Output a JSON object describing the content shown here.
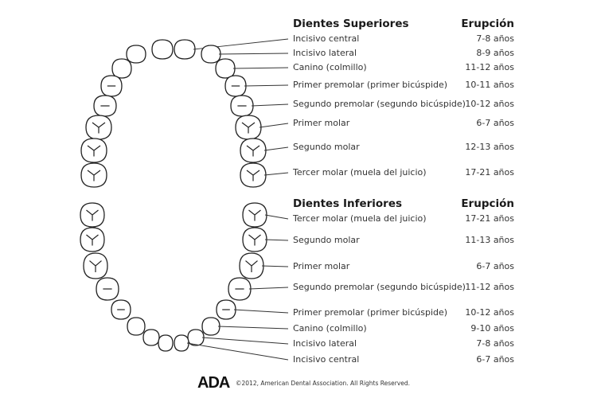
{
  "upper": {
    "title": "Dientes Superiores",
    "eruption_header": "Erupción",
    "teeth": [
      {
        "name": "Incisivo central",
        "age": "7-8 años"
      },
      {
        "name": "Incisivo lateral",
        "age": "8-9 años"
      },
      {
        "name": "Canino (colmillo)",
        "age": "11-12 años"
      },
      {
        "name": "Primer premolar (primer bicúspide)",
        "age": "10-11 años"
      },
      {
        "name": "Segundo premolar (segundo bicúspide)",
        "age": "10-12 años"
      },
      {
        "name": "Primer molar",
        "age": "6-7 años"
      },
      {
        "name": "Segundo molar",
        "age": "12-13 años"
      },
      {
        "name": "Tercer molar (muela del juicio)",
        "age": "17-21 años"
      }
    ]
  },
  "lower": {
    "title": "Dientes Inferiores",
    "eruption_header": "Erupción",
    "teeth": [
      {
        "name": "Tercer molar (muela del juicio)",
        "age": "17-21 años"
      },
      {
        "name": "Segundo molar",
        "age": "11-13 años"
      },
      {
        "name": "Primer molar",
        "age": "6-7 años"
      },
      {
        "name": "Segundo premolar (segundo bicúspide)",
        "age": "11-12 años"
      },
      {
        "name": "Primer premolar (primer bicúspide)",
        "age": "10-12 años"
      },
      {
        "name": "Canino (colmillo)",
        "age": "9-10 años"
      },
      {
        "name": "Incisivo lateral",
        "age": "7-8 años"
      },
      {
        "name": "Incisivo central",
        "age": "6-7 años"
      }
    ]
  },
  "footer": {
    "logo": "ADA",
    "copyright": "©2012, American Dental Association. All Rights Reserved."
  }
}
